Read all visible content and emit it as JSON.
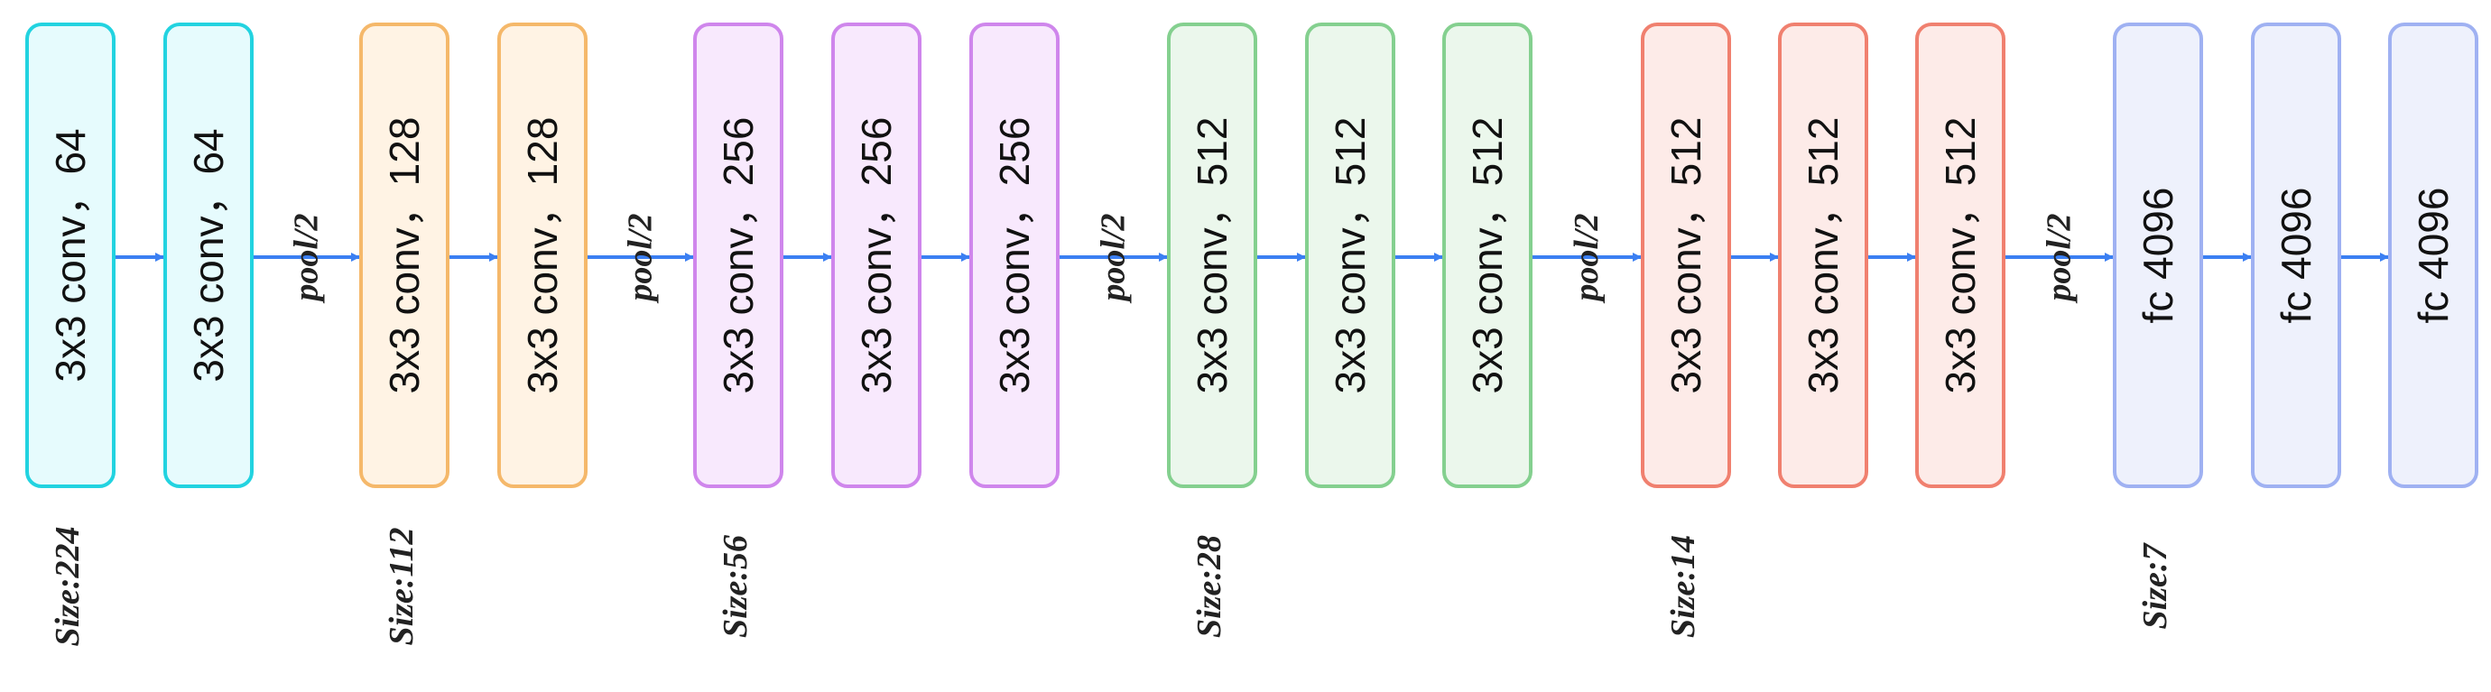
{
  "diagram": {
    "layers": [
      {
        "label": "3x3 conv，64",
        "group": "g1"
      },
      {
        "label": "3x3 conv，64",
        "group": "g1"
      },
      {
        "label": "3x3 conv，128",
        "group": "g2"
      },
      {
        "label": "3x3 conv，128",
        "group": "g2"
      },
      {
        "label": "3x3 conv，256",
        "group": "g3"
      },
      {
        "label": "3x3 conv，256",
        "group": "g3"
      },
      {
        "label": "3x3 conv，256",
        "group": "g3"
      },
      {
        "label": "3x3 conv，512",
        "group": "g4"
      },
      {
        "label": "3x3 conv，512",
        "group": "g4"
      },
      {
        "label": "3x3 conv，512",
        "group": "g4"
      },
      {
        "label": "3x3 conv，512",
        "group": "g5"
      },
      {
        "label": "3x3 conv，512",
        "group": "g5"
      },
      {
        "label": "3x3 conv，512",
        "group": "g5"
      },
      {
        "label": "fc 4096",
        "group": "fc"
      },
      {
        "label": "fc 4096",
        "group": "fc"
      },
      {
        "label": "fc 4096",
        "group": "fc"
      }
    ],
    "pool_label": "pool/2",
    "sizes": [
      "Size:224",
      "Size:112",
      "Size:56",
      "Size:28",
      "Size:14",
      "Size:7"
    ],
    "colors": {
      "g1": {
        "stroke": "#22d3e0",
        "fill": "#e6fbfd"
      },
      "g2": {
        "stroke": "#f5b86a",
        "fill": "#fff3e4"
      },
      "g3": {
        "stroke": "#cf86ec",
        "fill": "#f8e9fd"
      },
      "g4": {
        "stroke": "#84d08f",
        "fill": "#ebf7ec"
      },
      "g5": {
        "stroke": "#f0806f",
        "fill": "#fdebe8"
      },
      "fc": {
        "stroke": "#9fb1f2",
        "fill": "#eef1fc"
      },
      "arrow": "#3b7ff2"
    }
  }
}
